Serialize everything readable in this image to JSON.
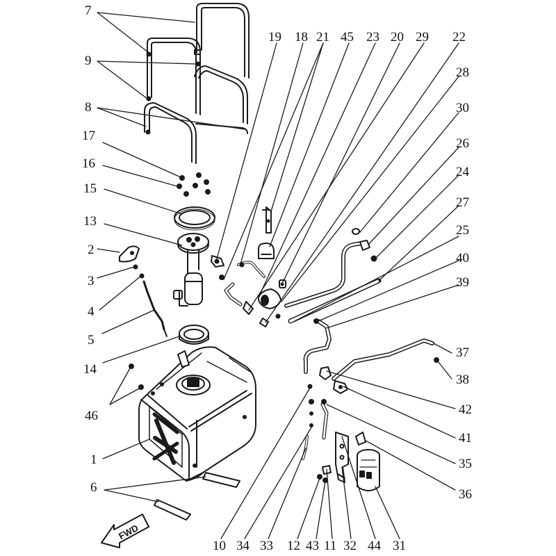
{
  "callouts": {
    "c7": "7",
    "c9": "9",
    "c8": "8",
    "c17": "17",
    "c16": "16",
    "c15": "15",
    "c13": "13",
    "c2": "2",
    "c3": "3",
    "c4": "4",
    "c5": "5",
    "c14": "14",
    "c46": "46",
    "c1": "1",
    "c6": "6",
    "c10": "10",
    "c34": "34",
    "c33": "33",
    "c12": "12",
    "c43": "43",
    "c11": "11",
    "c32": "32",
    "c44": "44",
    "c31": "31",
    "c19": "19",
    "c18": "18",
    "c21": "21",
    "c45": "45",
    "c23": "23",
    "c20": "20",
    "c29": "29",
    "c22": "22",
    "c28": "28",
    "c30": "30",
    "c26": "26",
    "c24": "24",
    "c27": "27",
    "c25": "25",
    "c40": "40",
    "c39": "39",
    "c37": "37",
    "c38": "38",
    "c42": "42",
    "c41": "41",
    "c35": "35",
    "c36": "36"
  },
  "direction_arrow": {
    "label": "FWD"
  },
  "colors": {
    "line": "#1a1a1a",
    "fill": "#ffffff",
    "shade": "#bdbdbd",
    "dark": "#333333"
  }
}
